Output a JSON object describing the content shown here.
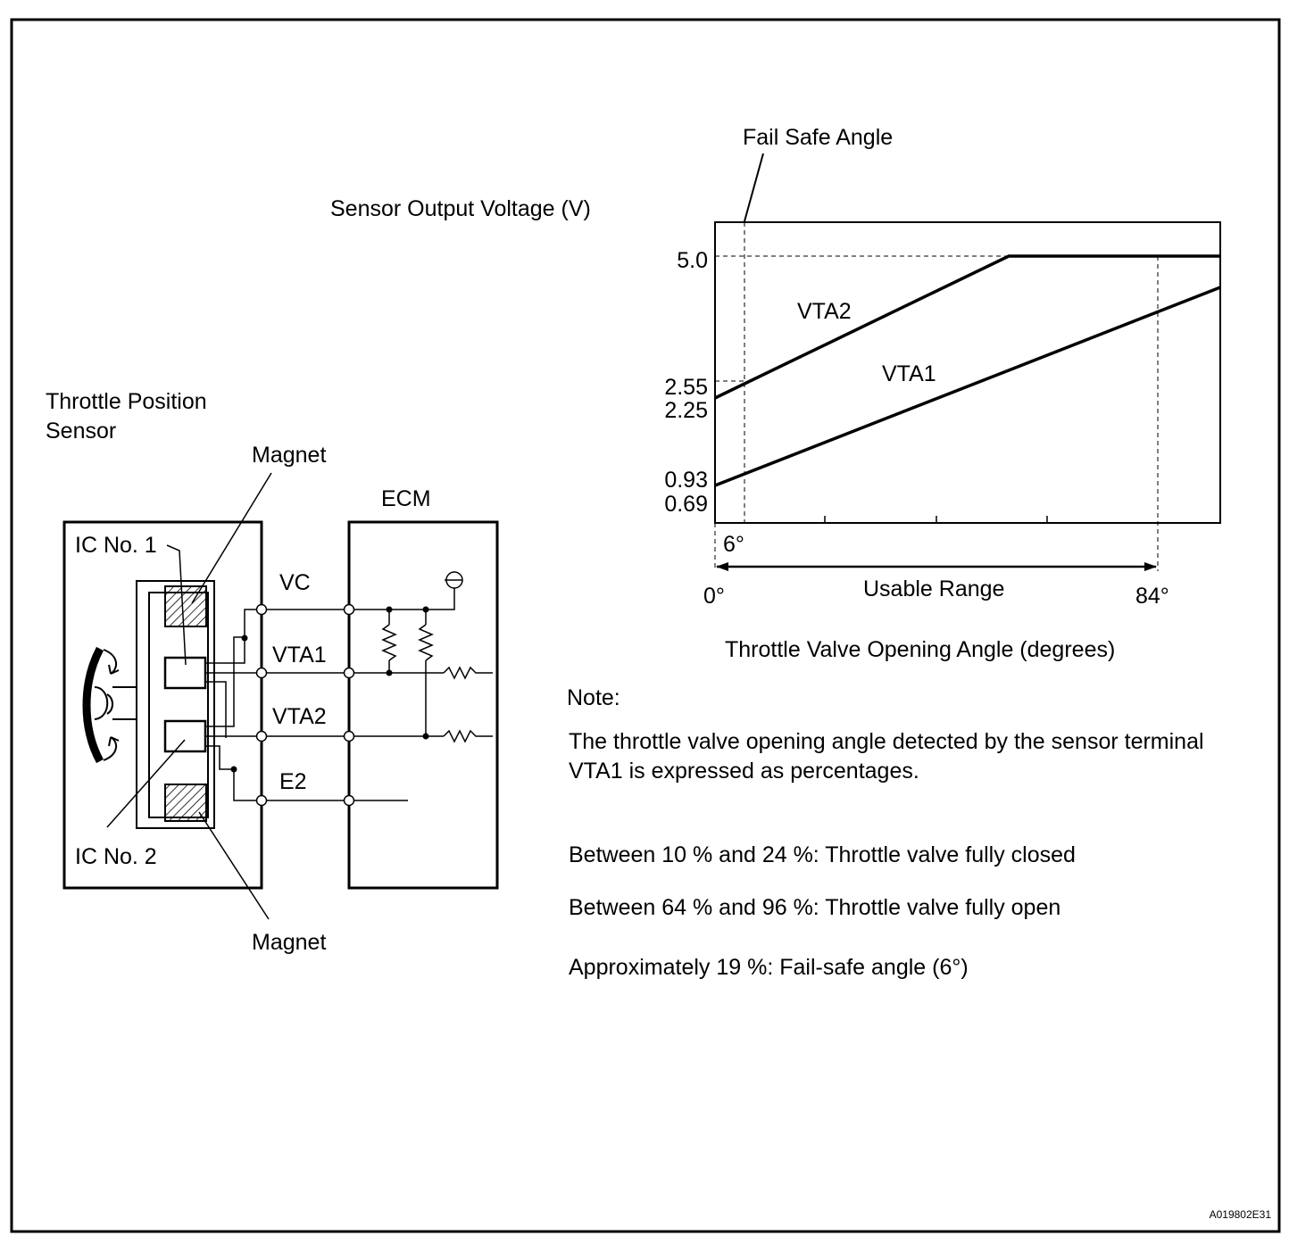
{
  "graph": {
    "fail_safe_label": "Fail Safe Angle",
    "y_axis_title": "Sensor Output Voltage (V)",
    "x_axis_title": "Throttle Valve Opening Angle (degrees)",
    "y_ticks": [
      "5.0",
      "2.55",
      "2.25",
      "0.93",
      "0.69"
    ],
    "x_label_6": "6°",
    "x_label_0": "0°",
    "x_label_84": "84°",
    "usable_range": "Usable Range",
    "series": [
      {
        "name": "VTA2",
        "x": [
          0,
          6,
          59,
          90
        ],
        "y": [
          2.25,
          2.55,
          5.0,
          5.0
        ]
      },
      {
        "name": "VTA1",
        "x": [
          0,
          6,
          90
        ],
        "y": [
          0.69,
          0.93,
          4.4
        ]
      }
    ]
  },
  "circuit": {
    "sensor_title_line1": "Throttle Position",
    "sensor_title_line2": "Sensor",
    "magnet_top": "Magnet",
    "magnet_bottom": "Magnet",
    "ic1": "IC No. 1",
    "ic2": "IC No. 2",
    "ecm": "ECM",
    "terminals": [
      "VC",
      "VTA1",
      "VTA2",
      "E2"
    ]
  },
  "note": {
    "heading": "Note:",
    "line1": "The throttle valve opening angle detected by the sensor terminal",
    "line2": "VTA1 is expressed as percentages.",
    "item1": "Between 10 % and 24 %: Throttle valve fully closed",
    "item2": "Between 64 % and 96 %: Throttle valve fully open",
    "item3": "Approximately 19 %: Fail-safe angle (6°)"
  },
  "figure_code": "A019802E31"
}
